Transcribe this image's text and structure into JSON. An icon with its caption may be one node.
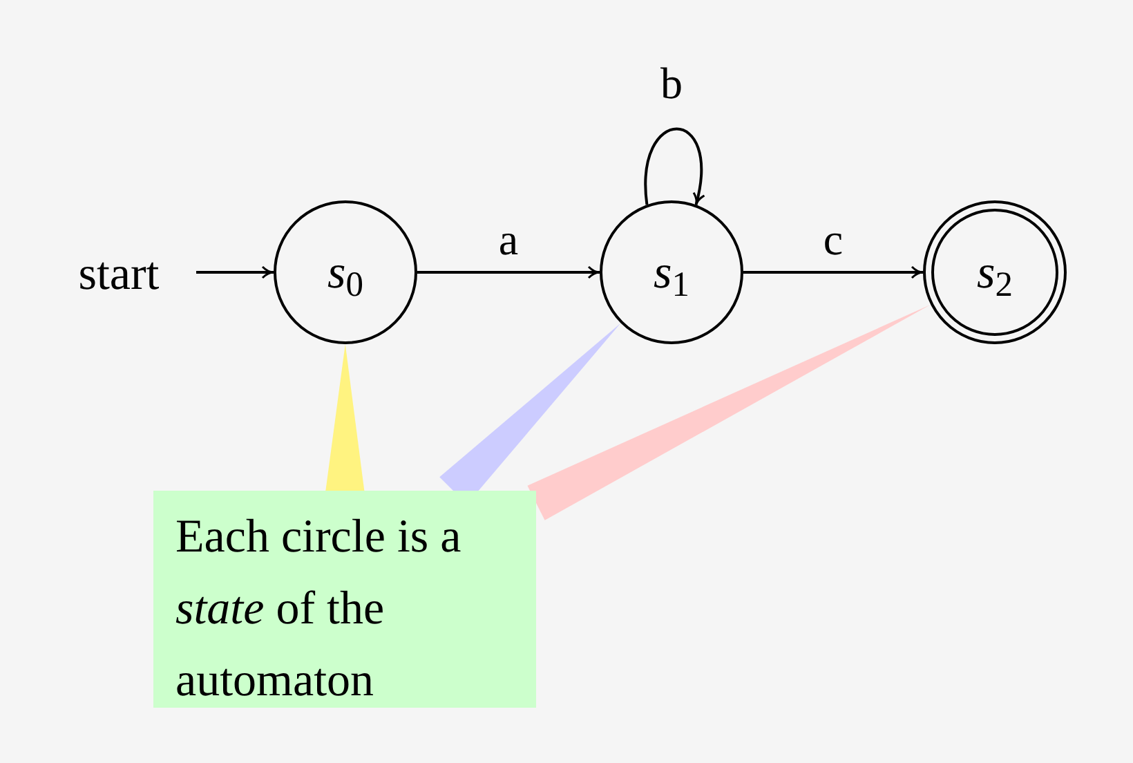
{
  "diagram": {
    "nodes": [
      {
        "text": [
          "start"
        ]
      },
      {
        "text": [
          "*s*$_{0}$"
        ]
      },
      {
        "text": [
          "*s*$_{1}$"
        ]
      },
      {
        "text": [
          "*s*$_{2}$"
        ]
      },
      {
        "text": [
          "Each circle is a *state* of the automaton"
        ]
      }
    ],
    "edges": [
      {
        "from": 0,
        "to": 1,
        "arrow": "to"
      },
      {
        "from": 1,
        "to": 2,
        "arrow": "to",
        "label": "a"
      },
      {
        "from": 2,
        "to": 2,
        "arrow": "to",
        "label": "b"
      },
      {
        "from": 2,
        "to": 3,
        "arrow": "to",
        "label": "c"
      },
      {
        "from": 4,
        "to": 1,
        "arrow": "none",
        "style": "thick",
        "color": "#fff380"
      },
      {
        "from": 4,
        "to": 2,
        "arrow": "none",
        "style": "thick",
        "color": "#ccccff"
      },
      {
        "from": 4,
        "to": 3,
        "arrow": "none",
        "style": "thick",
        "color": "#ffcccc"
      }
    ]
  }
}
